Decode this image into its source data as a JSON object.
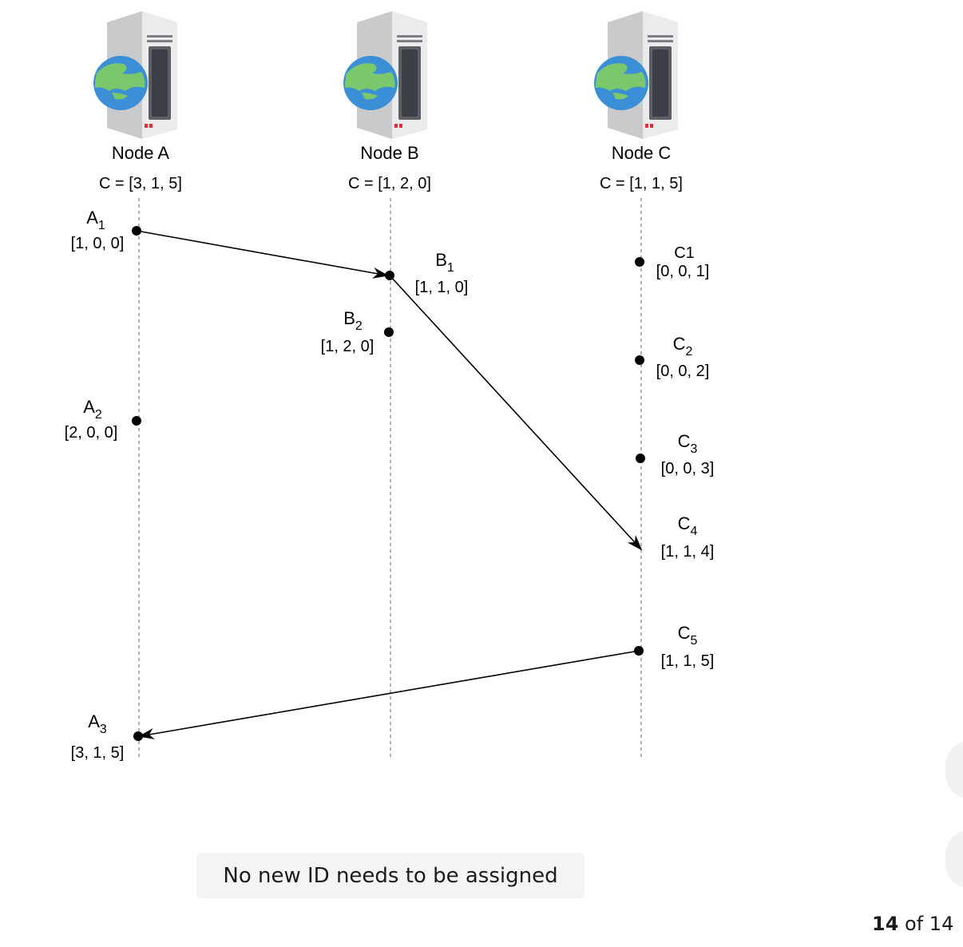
{
  "nodes": [
    {
      "name": "Node A",
      "clock": "C = [3, 1, 5]"
    },
    {
      "name": "Node B",
      "clock": "C = [1, 2, 0]"
    },
    {
      "name": "Node C",
      "clock": "C = [1, 1, 5]"
    }
  ],
  "events": {
    "A1": {
      "label": "A",
      "sub": "1",
      "vector": "[1, 0, 0]"
    },
    "A2": {
      "label": "A",
      "sub": "2",
      "vector": "[2, 0, 0]"
    },
    "A3": {
      "label": "A",
      "sub": "3",
      "vector": "[3, 1, 5]"
    },
    "B1": {
      "label": "B",
      "sub": "1",
      "vector": "[1, 1, 0]"
    },
    "B2": {
      "label": "B",
      "sub": "2",
      "vector": "[1, 2, 0]"
    },
    "C1": {
      "label": "C1",
      "vector": "[0, 0, 1]"
    },
    "C2": {
      "label": "C",
      "sub": "2",
      "vector": "[0, 0, 2]"
    },
    "C3": {
      "label": "C",
      "sub": "3",
      "vector": "[0, 0, 3]"
    },
    "C4": {
      "label": "C",
      "sub": "4",
      "vector": "[1, 1, 4]"
    },
    "C5": {
      "label": "C",
      "sub": "5",
      "vector": "[1, 1, 5]"
    }
  },
  "caption": "No new ID needs to be assigned",
  "pager": {
    "current": "14",
    "separator": " of ",
    "total": "14"
  },
  "icons": {
    "server": "server-globe-icon"
  },
  "colors": {
    "dot": "#000000",
    "timeline": "#999999",
    "caption_bg": "#f3f4f4"
  }
}
